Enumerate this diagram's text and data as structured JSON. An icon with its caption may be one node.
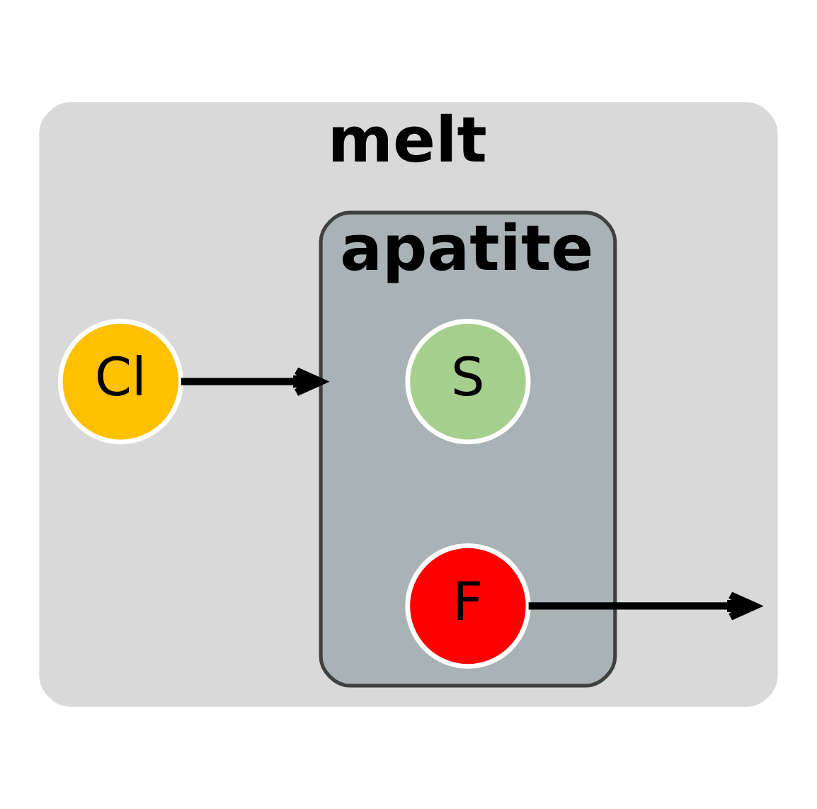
{
  "diagram": {
    "nodes": [
      {
        "text": [
          "melt"
        ]
      },
      {
        "text": [
          "apatite"
        ],
        "in": 0
      },
      {
        "text": [
          "S"
        ],
        "in": 1
      },
      {
        "text": [
          "Cl"
        ],
        "in": 0
      },
      {
        "text": [
          "F"
        ],
        "in": 1
      }
    ],
    "edges": [
      {
        "from": 3,
        "to": 1,
        "arrow": "to"
      },
      {
        "from": 4,
        "to": null,
        "arrow": "to"
      }
    ]
  }
}
